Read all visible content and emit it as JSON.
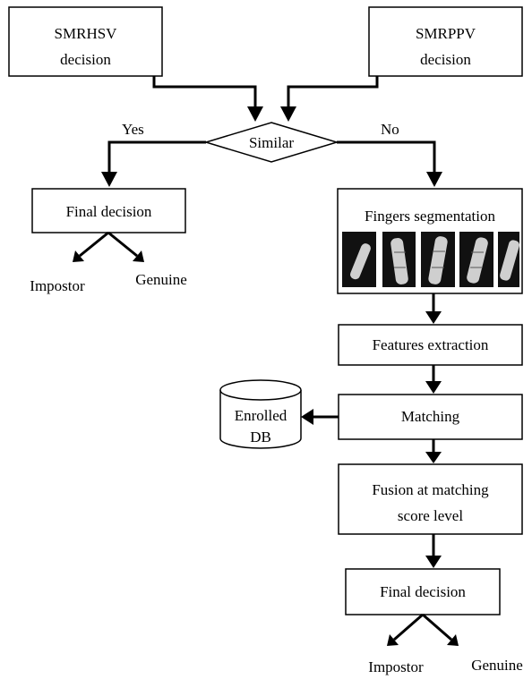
{
  "nodes": {
    "smrhsv": [
      "SMRHSV",
      "decision"
    ],
    "smrppv": [
      "SMRPPV",
      "decision"
    ],
    "similar": "Similar",
    "final_decision_left": "Final decision",
    "fingers_segmentation": "Fingers  segmentation",
    "features_extraction": "Features extraction",
    "matching": "Matching",
    "enrolled_db": [
      "Enrolled",
      "DB"
    ],
    "fusion": [
      "Fusion at matching",
      "score level"
    ],
    "final_decision_right": "Final decision"
  },
  "edge_labels": {
    "yes": "Yes",
    "no": "No"
  },
  "outcomes": {
    "left_impostor": "Impostor",
    "left_genuine": "Genuine",
    "right_impostor": "Impostor",
    "right_genuine": "Genuine"
  },
  "finger_images_count": 5,
  "colors": {
    "line": "#000000",
    "box_fill": "#ffffff",
    "image_background": "#111111",
    "finger": "#cfcfcf"
  }
}
